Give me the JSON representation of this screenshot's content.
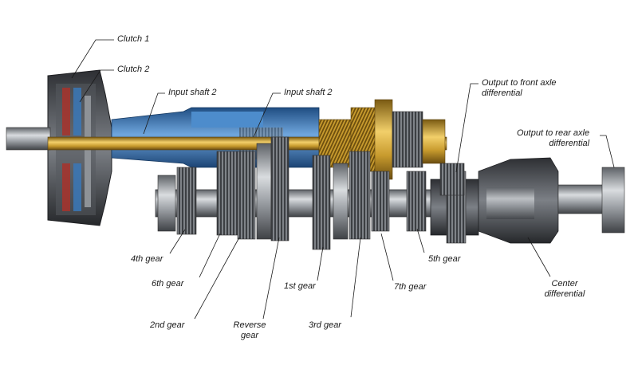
{
  "labels": {
    "clutch_1": "Clutch 1",
    "clutch_2": "Clutch 2",
    "input_shaft_left": "Input shaft 2",
    "input_shaft_right": "Input shaft 2",
    "output_front_line1": "Output to front axle",
    "output_front_line2": "differential",
    "output_rear_line1": "Output to rear axle",
    "output_rear_line2": "differential",
    "gear_4th": "4th gear",
    "gear_6th": "6th gear",
    "gear_2nd": "2nd gear",
    "reverse_line1": "Reverse",
    "reverse_line2": "gear",
    "gear_1st": "1st gear",
    "gear_3rd": "3rd gear",
    "gear_7th": "7th gear",
    "gear_5th": "5th gear",
    "center_line1": "Center",
    "center_line2": "differential"
  },
  "colors": {
    "input_shaft_blue": "#3a78b8",
    "shaft_gold": "#c89b2e",
    "steel_grey": "#8e9297",
    "dark_steel": "#4a4d52",
    "clutch_red": "#a8332b"
  }
}
